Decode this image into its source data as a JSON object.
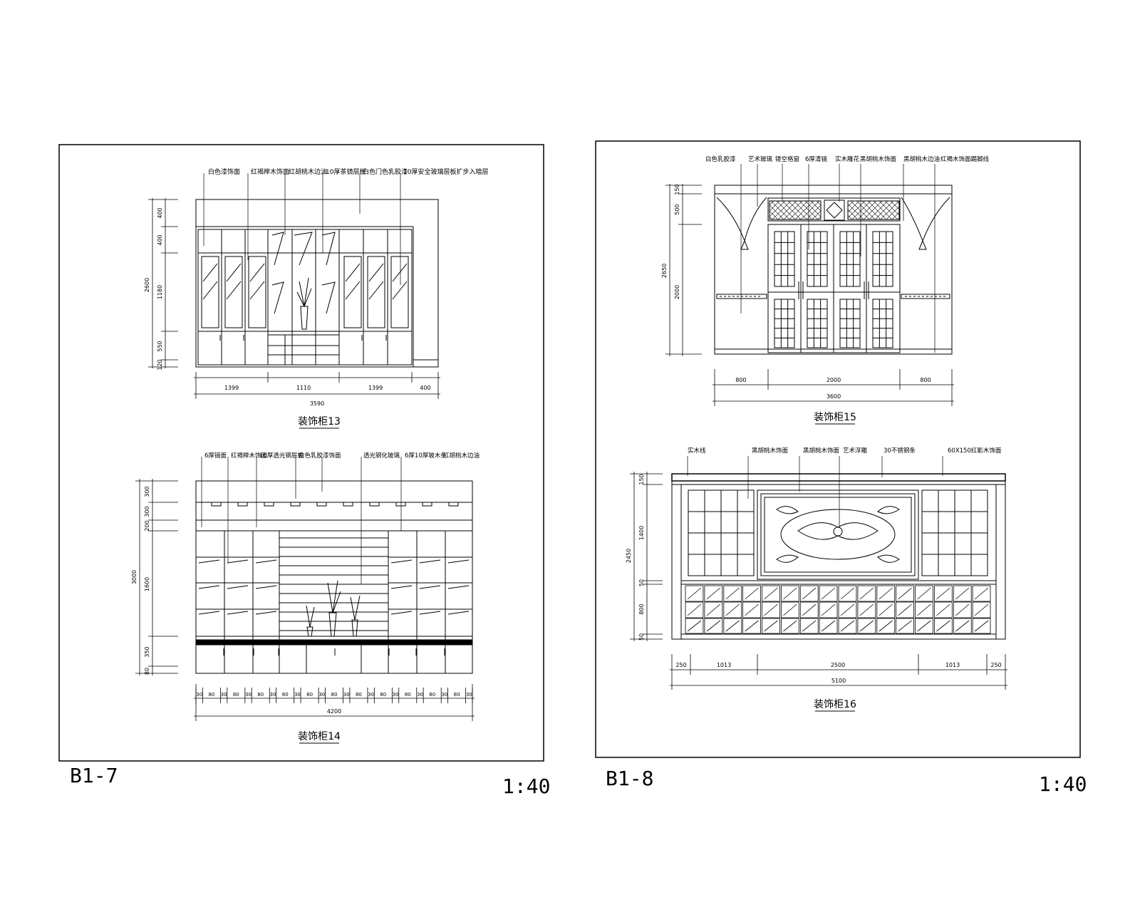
{
  "sheets": [
    {
      "id": "B1-7",
      "code": "B1-7",
      "scale": "1:40",
      "drawings": [
        {
          "title": "装饰柜13",
          "callouts": [
            "白色漆饰面",
            "红褐榉木饰面",
            "红胡桃木边油",
            "10厚茶镜层板",
            "白色门色乳胶漆",
            "10厚安全玻璃层板扩步入暗层"
          ],
          "dims_horizontal": [
            "1399",
            "1110",
            "1399",
            "400"
          ],
          "dim_total": "3590",
          "dims_vertical": [
            "400",
            "400",
            "1180",
            "550",
            "120"
          ],
          "dim_vertical_total": "2600"
        },
        {
          "title": "装饰柜14",
          "callouts": [
            "6厚镜面",
            "红褐榉木饰面",
            "10厚透光钢层板",
            "白色乳胶漆饰面",
            "透光钢化玻璃",
            "6厚10厚玻木条",
            "红胡桃木边油"
          ],
          "dims_horizontal": [
            "30",
            "80",
            "30",
            "80",
            "30",
            "80",
            "30",
            "80",
            "30",
            "80",
            "30",
            "80",
            "30",
            "80",
            "30",
            "80",
            "30",
            "80",
            "30",
            "80",
            "30",
            "80",
            "30"
          ],
          "dim_total": "4200",
          "dims_vertical": [
            "300",
            "300",
            "200",
            "1600",
            "350",
            "80"
          ],
          "dim_vertical_total": "3000"
        }
      ]
    },
    {
      "id": "B1-8",
      "code": "B1-8",
      "scale": "1:40",
      "drawings": [
        {
          "title": "装饰柜15",
          "callouts": [
            "白色乳胶漆",
            "艺术玻璃",
            "镂空格窗",
            "6厚清镜",
            "实木雕花",
            "黑胡桃木饰面",
            "黑胡桃木边油",
            "红褐木饰面踢脚线"
          ],
          "dims_horizontal": [
            "800",
            "2000",
            "800"
          ],
          "dim_total": "3600",
          "dims_vertical": [
            "150",
            "500",
            "2000"
          ],
          "dim_vertical_total": "2650"
        },
        {
          "title": "装饰柜16",
          "callouts": [
            "实木线",
            "黑胡桃木饰面",
            "黑胡桃木饰面",
            "艺术浮雕",
            "30不锈钢条",
            "60X150红影木饰面"
          ],
          "dims_horizontal": [
            "250",
            "1013",
            "2500",
            "1013",
            "250"
          ],
          "dim_total": "5100",
          "dims_vertical": [
            "150",
            "1400",
            "50",
            "800",
            "50"
          ],
          "dim_vertical_total": "2450"
        }
      ]
    }
  ]
}
